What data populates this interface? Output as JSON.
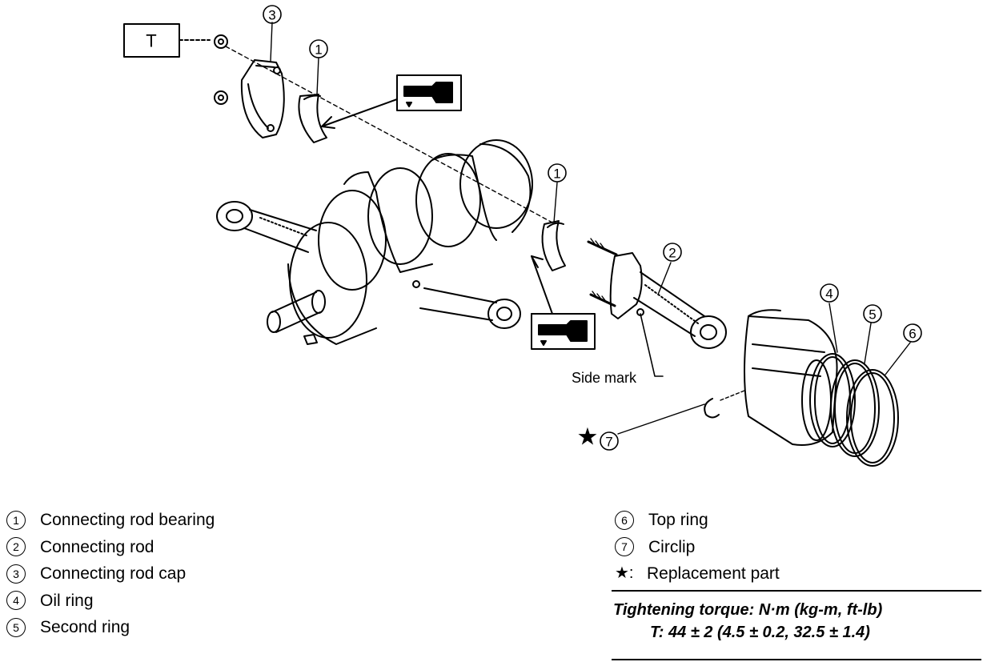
{
  "diagram": {
    "callouts": {
      "bearing_top": "1",
      "bearing_mid": "1",
      "rod": "2",
      "cap": "3",
      "oil_ring": "4",
      "second_ring": "5",
      "top_ring": "6",
      "circlip": "7"
    },
    "torque_tag": "T",
    "side_mark_label": "Side mark",
    "replacement_star": "★"
  },
  "legend": {
    "left": [
      {
        "num": "1",
        "label": "Connecting rod bearing"
      },
      {
        "num": "2",
        "label": "Connecting rod"
      },
      {
        "num": "3",
        "label": "Connecting rod cap"
      },
      {
        "num": "4",
        "label": "Oil ring"
      },
      {
        "num": "5",
        "label": "Second ring"
      }
    ],
    "right": [
      {
        "num": "6",
        "label": "Top ring"
      },
      {
        "num": "7",
        "label": "Circlip"
      }
    ],
    "star_key": "★:",
    "star_label": "Replacement part"
  },
  "torque": {
    "title": "Tightening torque: N·m (kg-m, ft-lb)",
    "value": "T: 44 ± 2 (4.5 ± 0.2, 32.5 ± 1.4)"
  }
}
